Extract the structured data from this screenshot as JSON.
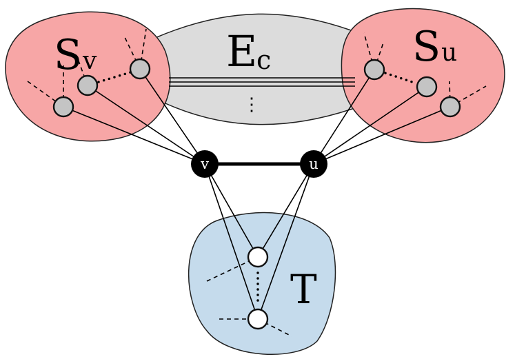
{
  "labels": {
    "sv_main": "S",
    "sv_sub": "v",
    "su_main": "S",
    "su_sub": "u",
    "ec_main": "E",
    "ec_sub": "c",
    "t_main": "T",
    "ec_vdots": "⋮"
  },
  "vertices": {
    "v_label": "v",
    "u_label": "u"
  },
  "colors": {
    "s_set_fill": "#f7a6a6",
    "t_set_fill": "#c5dbec",
    "ec_fill": "#dcdcdc",
    "gray_vertex": "#c4c4c4",
    "outline": "#000000"
  }
}
